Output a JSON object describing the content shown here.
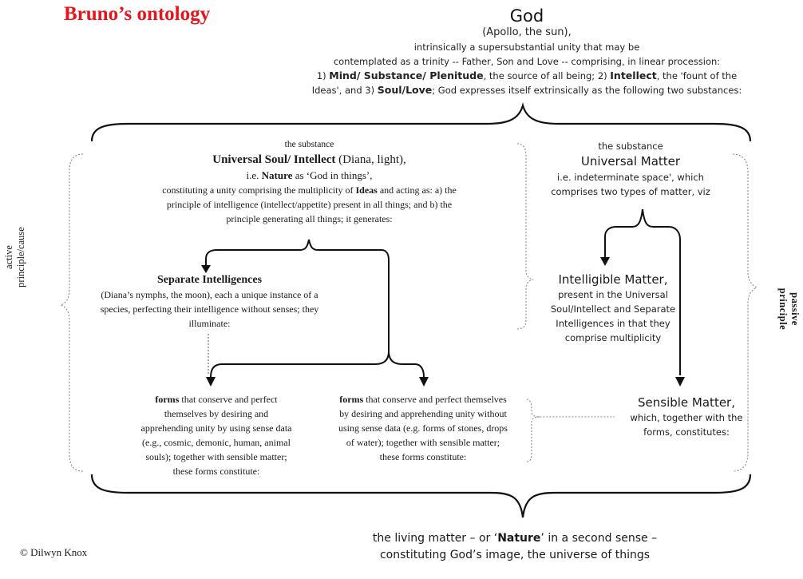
{
  "title": "Bruno’s ontology",
  "god": {
    "name": "God",
    "subtitle": "(Apollo, the sun),",
    "line1": "intrinsically a supersubstantial unity that may be",
    "line2": "contemplated as a trinity -- Father, Son and Love -- comprising, in linear procession:",
    "line3_prefix": "1) ",
    "line3_b1": "Mind/ Substance/ Plenitude",
    "line3_mid": ", the source of all being; 2) ",
    "line3_b2": "Intellect",
    "line3_suffix": ", the 'fount of the",
    "line4_prefix": "Ideas', and 3) ",
    "line4_b": "Soul/Love",
    "line4_suffix": "; God expresses itself extrinsically as the following two substances:"
  },
  "soul": {
    "kicker": "the substance",
    "heading_b": "Universal Soul/ Intellect",
    "heading_rest": " (Diana, light),",
    "line2_prefix": "i.e. ",
    "line2_b": "Nature",
    "line2_suffix": " as ‘God in things’,",
    "line3_prefix": "constituting a unity comprising the multiplicity of ",
    "line3_b": "Ideas",
    "line3_suffix": " and acting as: a) the",
    "line4": "principle of intelligence (intellect/appetite) present in all things; and b) the",
    "line5": "principle generating all things; it generates:"
  },
  "matter": {
    "kicker": "the substance",
    "heading": "Universal Matter",
    "line1": "i.e. indeterminate space', which",
    "line2": "comprises two types of matter, viz"
  },
  "separate": {
    "heading": "Separate Intelligences",
    "line1": "(Diana’s nymphs, the moon), each a unique instance of a",
    "line2": "species, perfecting their intelligence without senses; they",
    "line3": "illuminate:"
  },
  "intelligible": {
    "heading": "Intelligible Matter,",
    "line1": "present in the Universal",
    "line2": "Soul/Intellect and Separate",
    "line3": "Intelligences in that they",
    "line4": "comprise multiplicity"
  },
  "sensible": {
    "heading": "Sensible Matter,",
    "line1": "which, together with the",
    "line2": "forms, constitutes:"
  },
  "forms_left": {
    "b": "forms",
    "line1_rest": " that conserve and perfect",
    "line2": "themselves by desiring and",
    "line3": "apprehending unity by using sense data",
    "line4": "(e.g., cosmic, demonic, human, animal",
    "line5": "souls); together with sensible matter;",
    "line6": "these forms constitute:"
  },
  "forms_right": {
    "b": "forms",
    "line1_rest": " that conserve and perfect themselves",
    "line2": "by desiring and apprehending unity without",
    "line3": "using sense data (e.g. forms of stones, drops",
    "line4": "of water); together with sensible matter;",
    "line5": "these forms constitute:"
  },
  "nature": {
    "line1_prefix": "the living matter – or ‘",
    "line1_b": "Nature",
    "line1_suffix": "’ in a second sense –",
    "line2": "constituting God’s image, the universe of things"
  },
  "labels": {
    "active_line1": "active",
    "active_line2": "principle/cause",
    "passive_line1": "passive",
    "passive_line2": "principle"
  },
  "credit": "© Dilwyn Knox",
  "colors": {
    "title": "#e8141c",
    "lines": "#111111",
    "dotted": "#888888"
  }
}
